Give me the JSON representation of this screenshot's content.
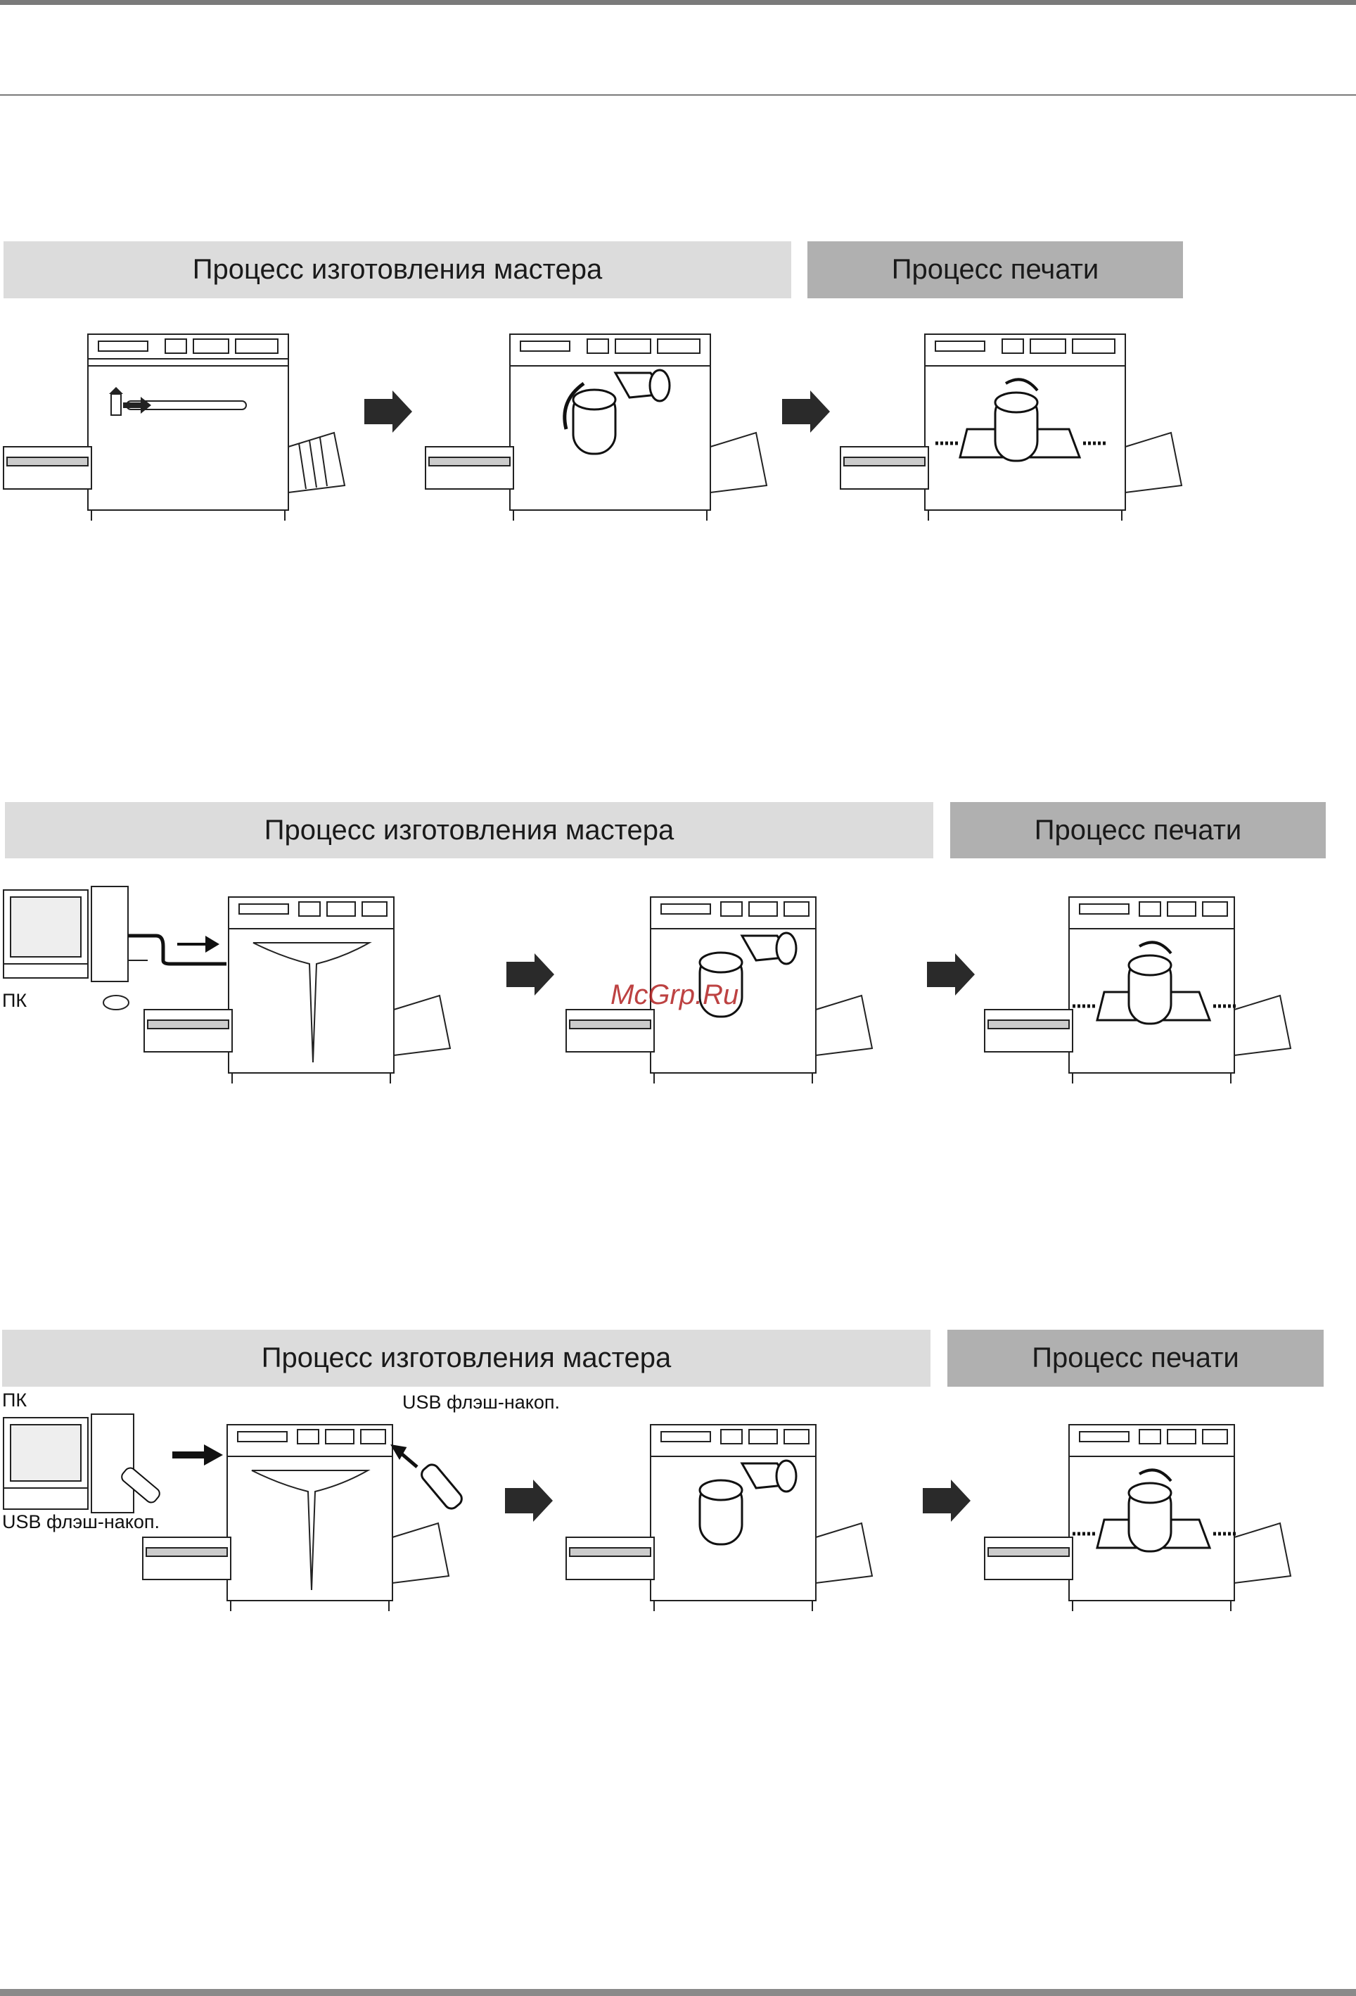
{
  "rows": [
    {
      "master_label": "Процесс изготовления мастера",
      "print_label": "Процесс печати"
    },
    {
      "master_label": "Процесс изготовления мастера",
      "print_label": "Процесс печати",
      "pc_label": "ПК"
    },
    {
      "master_label": "Процесс изготовления мастера",
      "print_label": "Процесс печати",
      "pc_label": "ПК",
      "usb_label_top": "USB флэш-накоп.",
      "usb_label_bottom": "USB флэш-накоп."
    }
  ],
  "watermark": "McGrp.Ru",
  "colors": {
    "band_light": "#dcdcdc",
    "band_dark": "#b0b0b0",
    "rule": "#7a7a7a",
    "watermark": "#b22222"
  },
  "icons": [
    "printer-illustration",
    "scan-arrow-icon",
    "drum-icon",
    "paper-icon",
    "computer-icon",
    "usb-flash-drive-icon",
    "process-arrow-icon"
  ]
}
